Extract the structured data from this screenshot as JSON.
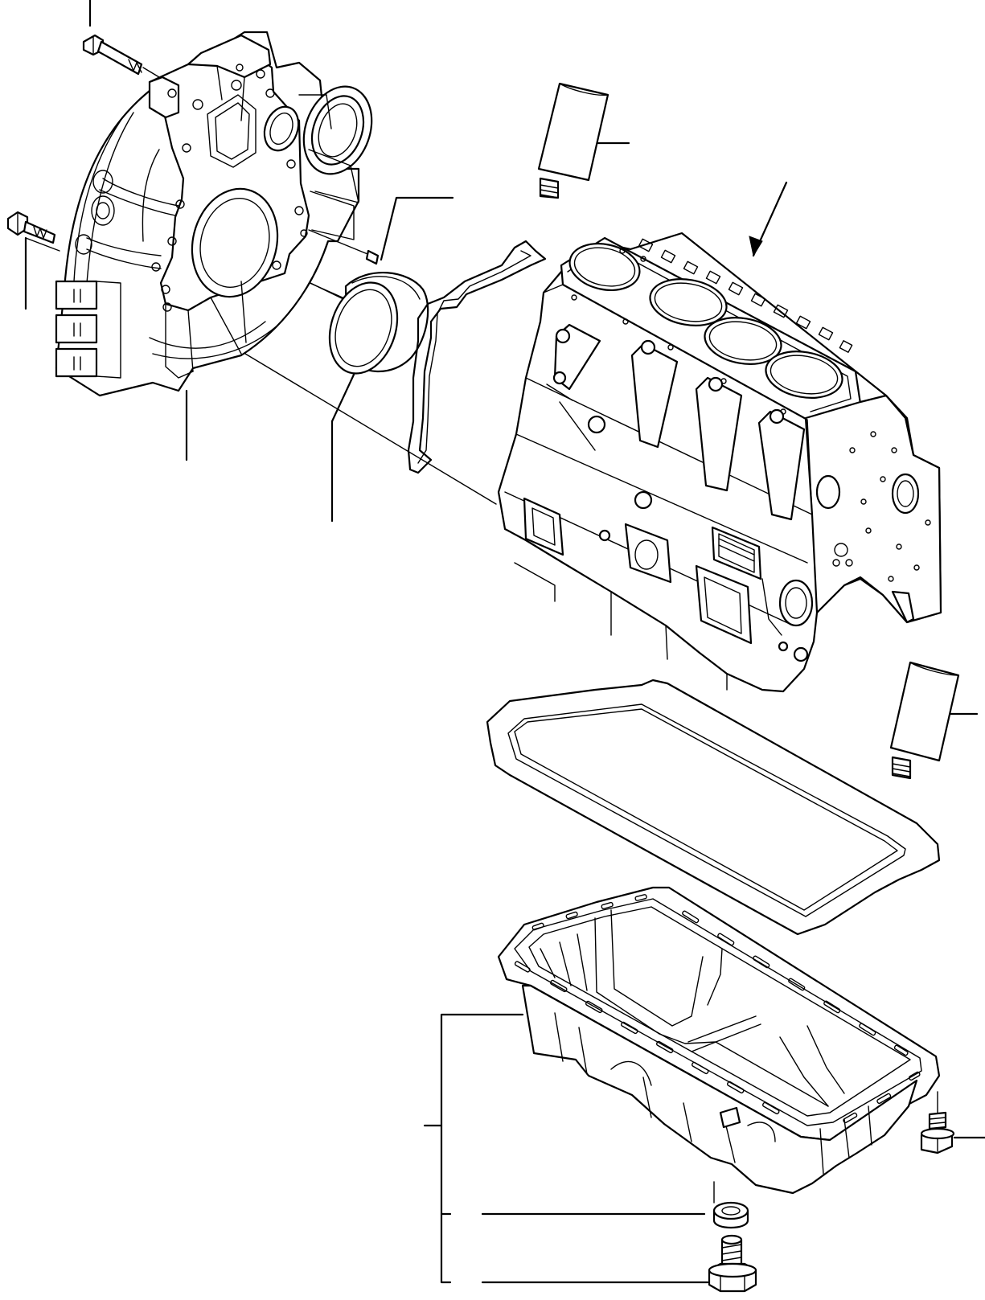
{
  "diagram": {
    "parts": [
      {
        "id": "flywheel-housing",
        "icon": "flywheel-housing-icon"
      },
      {
        "id": "housing-bolt-top",
        "icon": "bolt-icon"
      },
      {
        "id": "housing-bolt-left",
        "icon": "bolt-icon"
      },
      {
        "id": "dowel-pin",
        "icon": "pin-icon"
      },
      {
        "id": "rear-oil-seal",
        "icon": "seal-ring-icon"
      },
      {
        "id": "rear-gasket",
        "icon": "gasket-icon"
      },
      {
        "id": "sealant-tube-top",
        "icon": "sealant-tube-icon"
      },
      {
        "id": "cylinder-block",
        "icon": "engine-block-icon"
      },
      {
        "id": "sealant-tube-right",
        "icon": "sealant-tube-icon"
      },
      {
        "id": "oil-pan-gasket",
        "icon": "gasket-icon"
      },
      {
        "id": "oil-pan",
        "icon": "oil-pan-icon"
      },
      {
        "id": "oil-pan-bolt",
        "icon": "bolt-icon"
      },
      {
        "id": "drain-plug-washer",
        "icon": "washer-icon"
      },
      {
        "id": "drain-plug",
        "icon": "drain-plug-icon"
      }
    ],
    "colors": {
      "line": "#000000",
      "background": "#ffffff"
    }
  }
}
